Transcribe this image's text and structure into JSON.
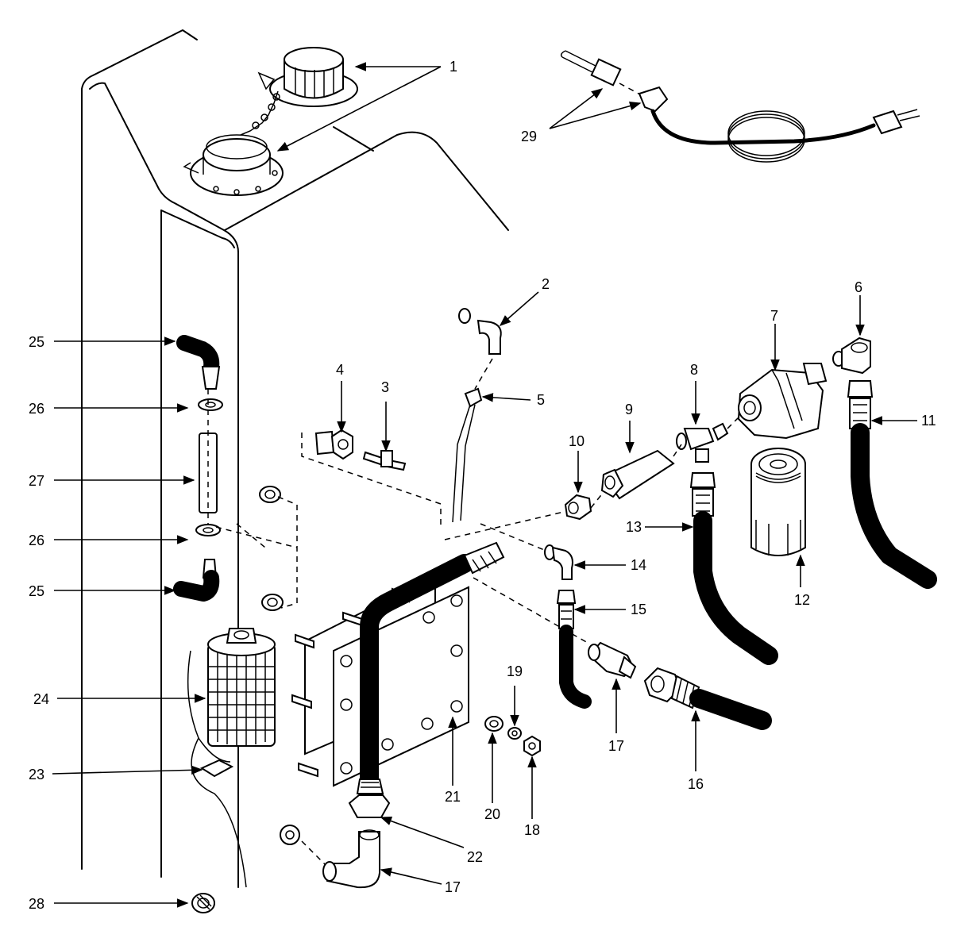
{
  "callouts": [
    {
      "id": "c1",
      "text": "1"
    },
    {
      "id": "c2",
      "text": "2"
    },
    {
      "id": "c3",
      "text": "3"
    },
    {
      "id": "c4",
      "text": "4"
    },
    {
      "id": "c5",
      "text": "5"
    },
    {
      "id": "c6",
      "text": "6"
    },
    {
      "id": "c7",
      "text": "7"
    },
    {
      "id": "c8",
      "text": "8"
    },
    {
      "id": "c9",
      "text": "9"
    },
    {
      "id": "c10",
      "text": "10"
    },
    {
      "id": "c11",
      "text": "11"
    },
    {
      "id": "c12",
      "text": "12"
    },
    {
      "id": "c13",
      "text": "13"
    },
    {
      "id": "c14",
      "text": "14"
    },
    {
      "id": "c15",
      "text": "15"
    },
    {
      "id": "c16",
      "text": "16"
    },
    {
      "id": "c17a",
      "text": "17"
    },
    {
      "id": "c17b",
      "text": "17"
    },
    {
      "id": "c18",
      "text": "18"
    },
    {
      "id": "c19",
      "text": "19"
    },
    {
      "id": "c20",
      "text": "20"
    },
    {
      "id": "c21",
      "text": "21"
    },
    {
      "id": "c22",
      "text": "22"
    },
    {
      "id": "c23",
      "text": "23"
    },
    {
      "id": "c24",
      "text": "24"
    },
    {
      "id": "c25a",
      "text": "25"
    },
    {
      "id": "c25b",
      "text": "25"
    },
    {
      "id": "c26a",
      "text": "26"
    },
    {
      "id": "c26b",
      "text": "26"
    },
    {
      "id": "c27",
      "text": "27"
    },
    {
      "id": "c28",
      "text": "28"
    },
    {
      "id": "c29",
      "text": "29"
    }
  ]
}
